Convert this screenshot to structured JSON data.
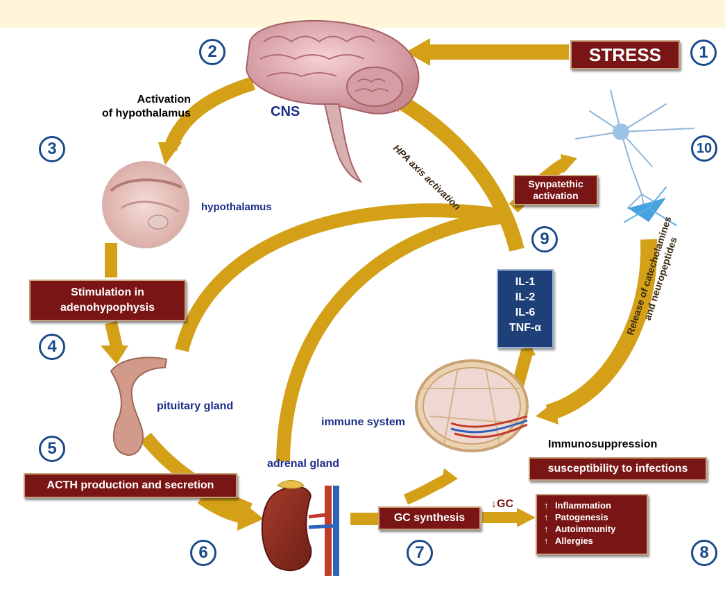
{
  "numbers": [
    "1",
    "2",
    "3",
    "4",
    "5",
    "6",
    "7",
    "8",
    "9",
    "10"
  ],
  "stress": "STRESS",
  "cns": "CNS",
  "activation": [
    "Activation",
    "of hypothalamus"
  ],
  "hypothalamus": "hypothalamus",
  "stimulation": [
    "Stimulation in",
    "adenohypophysis"
  ],
  "pituitary": "pituitary gland",
  "acth": "ACTH production and secretion",
  "adrenal": "adrenal gland",
  "gc_synthesis": "GC synthesis",
  "down_gc": "↓GC",
  "immune_system": "immune system",
  "immunosuppression": "Immunosuppression",
  "susceptibility": "susceptibility to infections",
  "effects": [
    {
      "arrow": "↑",
      "text": "Inflammation"
    },
    {
      "arrow": "↑",
      "text": "Patogenesis"
    },
    {
      "arrow": "↑",
      "text": "Autoimmunity"
    },
    {
      "arrow": "↑",
      "text": "Allergies"
    }
  ],
  "cytokines": [
    "IL-1",
    "IL-2",
    "IL-6",
    "TNF-α"
  ],
  "synpatethic": [
    "Synpatethic",
    "activation"
  ],
  "hpa": "HPA axis activation",
  "release": [
    "Release of catecholamines",
    "and neuropeptides"
  ],
  "colors": {
    "arrow": "#d4a017",
    "box": "#7a1516",
    "number": "#1b4a8a",
    "cytokine": "#1f3f78",
    "band": "#fff6da"
  }
}
